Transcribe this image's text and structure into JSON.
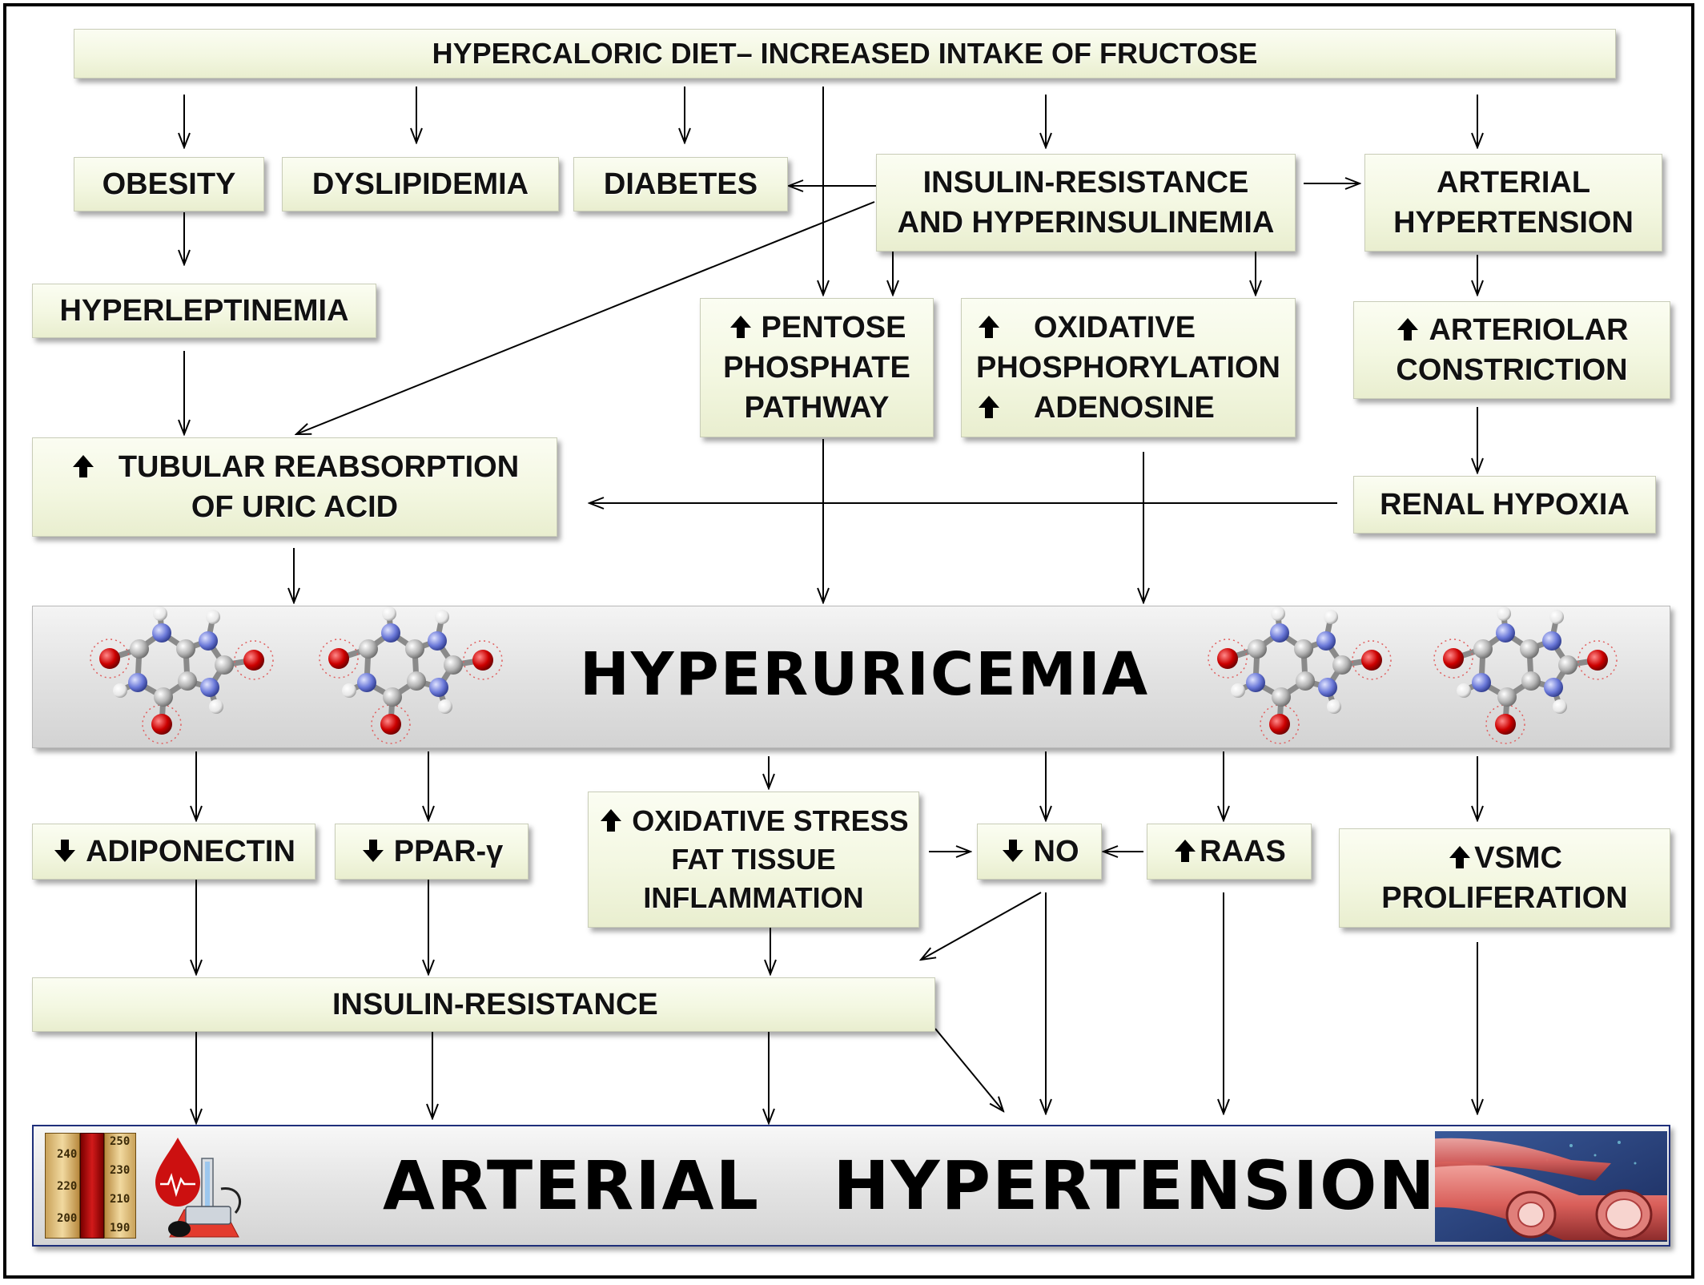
{
  "top": {
    "diet": "HYPERCALORIC DIET– INCREASED INTAKE OF FRUCTOSE"
  },
  "row1": {
    "obesity": "OBESITY",
    "dyslipidemia": "DYSLIPIDEMIA",
    "diabetes": "DIABETES",
    "insulin": [
      "INSULIN-RESISTANCE",
      "AND HYPERINSULINEMIA"
    ],
    "hypertension": [
      "ARTERIAL",
      "HYPERTENSION"
    ]
  },
  "row2": {
    "hyperleptinemia": "HYPERLEPTINEMIA",
    "pentose": [
      "PENTOSE",
      "PHOSPHATE",
      "PATHWAY"
    ],
    "oxidative": [
      "OXIDATIVE",
      "PHOSPHORYLATION",
      "ADENOSINE"
    ],
    "arteriolar": [
      "ARTERIOLAR",
      "CONSTRICTION"
    ]
  },
  "row3": {
    "tubular": [
      "TUBULAR REABSORPTION",
      "OF URIC ACID"
    ],
    "renal": "RENAL HYPOXIA"
  },
  "central": {
    "title": "HYPERURICEMIA"
  },
  "row4": {
    "adiponectin": "ADIPONECTIN",
    "ppar": "PPAR-γ",
    "stress": [
      "OXIDATIVE STRESS",
      "FAT TISSUE",
      "INFLAMMATION"
    ],
    "no": "NO",
    "raas": "RAAS",
    "vsmc": [
      "VSMC",
      "PROLIFERATION"
    ]
  },
  "row5": {
    "insulin_resistance": "INSULIN-RESISTANCE"
  },
  "bottom": {
    "title": "ARTERIAL HYPERTENSION",
    "gauge_left": [
      "240",
      "220",
      "200"
    ],
    "gauge_right": [
      "250",
      "230",
      "210",
      "190"
    ]
  },
  "colors": {
    "box_fill": "#f3f7e1",
    "band_fill": "#e2e2e2",
    "atom_oxygen": "#cc0000",
    "atom_nitrogen": "#6a78d8",
    "atom_carbon": "#b4b4b4"
  }
}
